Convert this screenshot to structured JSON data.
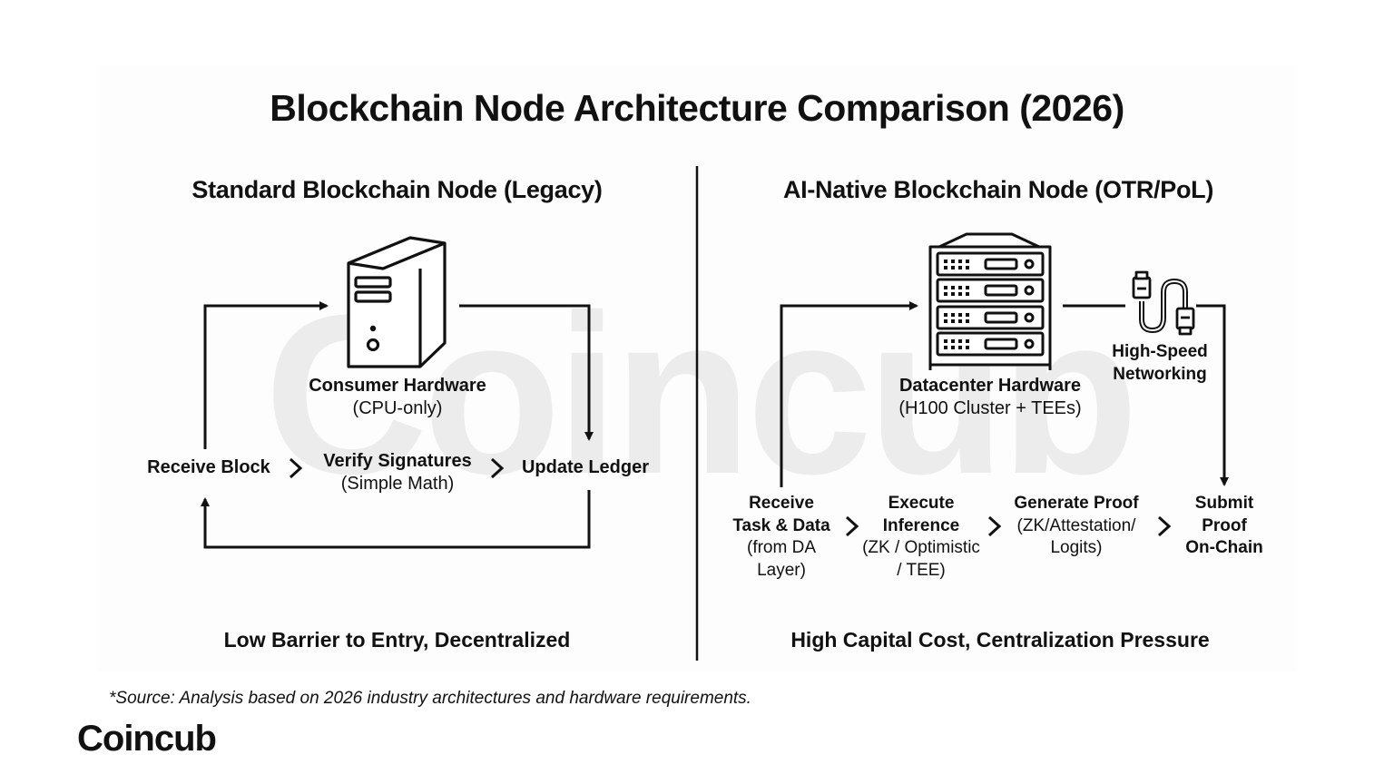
{
  "title": "Blockchain Node Architecture Comparison (2026)",
  "left": {
    "heading": "Standard Blockchain Node (Legacy)",
    "hardware_title": "Consumer Hardware",
    "hardware_sub": "(CPU-only)",
    "steps": {
      "receive": "Receive Block",
      "verify": "Verify Signatures",
      "verify_sub": "(Simple Math)",
      "update": "Update Ledger"
    },
    "summary": "Low Barrier to Entry, Decentralized",
    "icon": "desktop-tower-icon"
  },
  "right": {
    "heading": "AI-Native Blockchain Node (OTR/PoL)",
    "hardware_title": "Datacenter Hardware",
    "hardware_sub": "(H100 Cluster + TEEs)",
    "networking_line1": "High-Speed",
    "networking_line2": "Networking",
    "steps": {
      "receive_l1": "Receive",
      "receive_l2": "Task & Data",
      "receive_l3": "(from DA",
      "receive_l4": "Layer)",
      "execute_l1": "Execute",
      "execute_l2": "Inference",
      "execute_l3": "(ZK / Optimistic",
      "execute_l4": "/ TEE)",
      "proof_l1": "Generate Proof",
      "proof_l2": "(ZK/Attestation/",
      "proof_l3": "Logits)",
      "submit_l1": "Submit",
      "submit_l2": "Proof",
      "submit_l3": "On-Chain"
    },
    "summary": "High Capital Cost, Centralization Pressure",
    "icons": [
      "server-rack-icon",
      "network-cable-icon"
    ]
  },
  "footnote": "*Source: Analysis based on 2026 industry architectures and hardware requirements.",
  "brand": "Coincub",
  "watermark": "Coincub"
}
